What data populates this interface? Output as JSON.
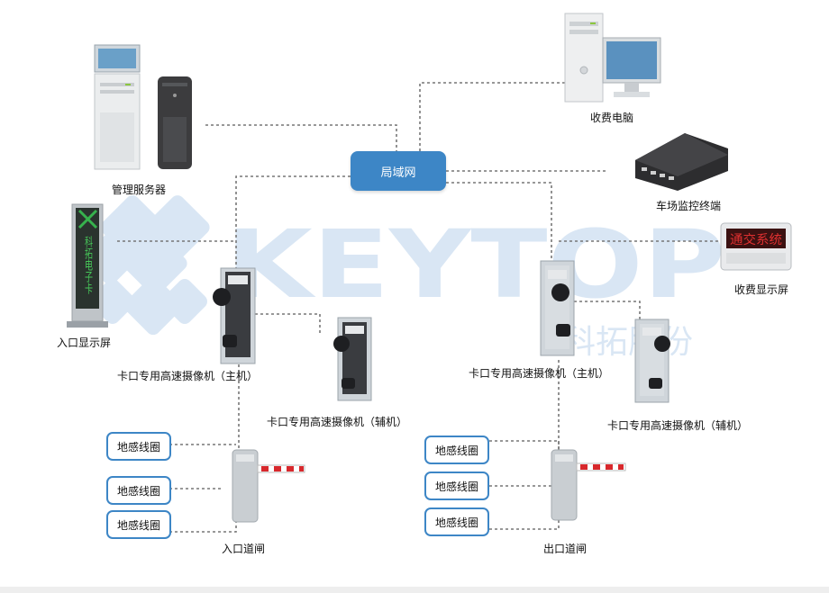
{
  "watermark": {
    "logo_text": "KEYTOP",
    "cn_text": "科拓股份"
  },
  "lan": {
    "label": "局域网"
  },
  "devices": {
    "mgmt_server": "管理服务器",
    "billing_pc": "收费电脑",
    "monitor_terminal": "车场监控终端",
    "fee_display": "收费显示屏",
    "entry_display": "入口显示屏",
    "cam_entry_main": "卡口专用高速摄像机（主机）",
    "cam_entry_aux": "卡口专用高速摄像机（辅机）",
    "cam_exit_main": "卡口专用高速摄像机（主机）",
    "cam_exit_aux": "卡口专用高速摄像机（辅机）",
    "entry_gate": "入口道闸",
    "exit_gate": "出口道闸"
  },
  "loops": {
    "entry": [
      "地感线圈",
      "地感线圈",
      "地感线圈"
    ],
    "exit": [
      "地感线圈",
      "地感线圈",
      "地感线圈"
    ]
  },
  "screens": {
    "entry_display_vertical_text": "科拓电子卡",
    "fee_display_led": "通交系统"
  },
  "colors": {
    "lan_blue": "#3d86c6",
    "watermark_blue": "#c9dcef",
    "led_red": "#d8282c",
    "barrier_red": "#d8282c"
  }
}
